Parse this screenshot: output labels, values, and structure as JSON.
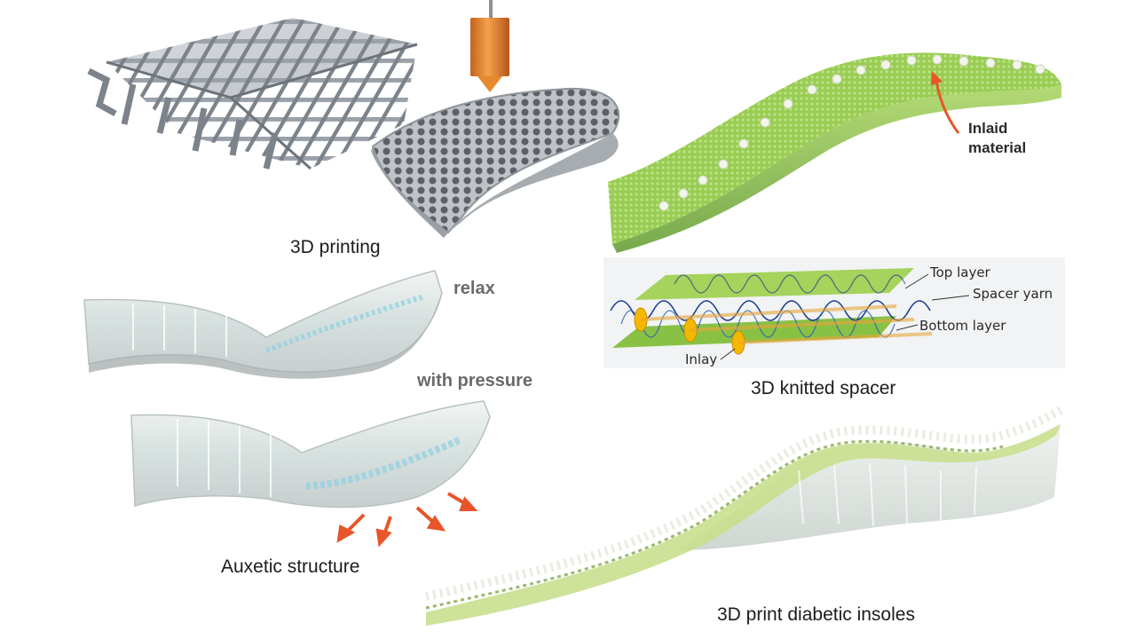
{
  "labels": {
    "printing": "3D printing",
    "relax": "relax",
    "with_pressure": "with pressure",
    "auxetic": "Auxetic structure",
    "inlaid_line1": "Inlaid",
    "inlaid_line2": "material",
    "knitted_spacer": "3D knitted spacer",
    "diabetic_insoles": "3D print diabetic insoles"
  },
  "spacer_labels": {
    "top_layer": "Top layer",
    "spacer_yarn": "Spacer yarn",
    "bottom_layer": "Bottom layer",
    "inlay": "Inlay"
  },
  "colors": {
    "accent_orange": "#e8552a",
    "knit_green": "#8cc63f",
    "yarn_blue": "#1f3f8f",
    "lattice_grey": "#8e949b",
    "gel_clear": "#dfe7e6"
  }
}
